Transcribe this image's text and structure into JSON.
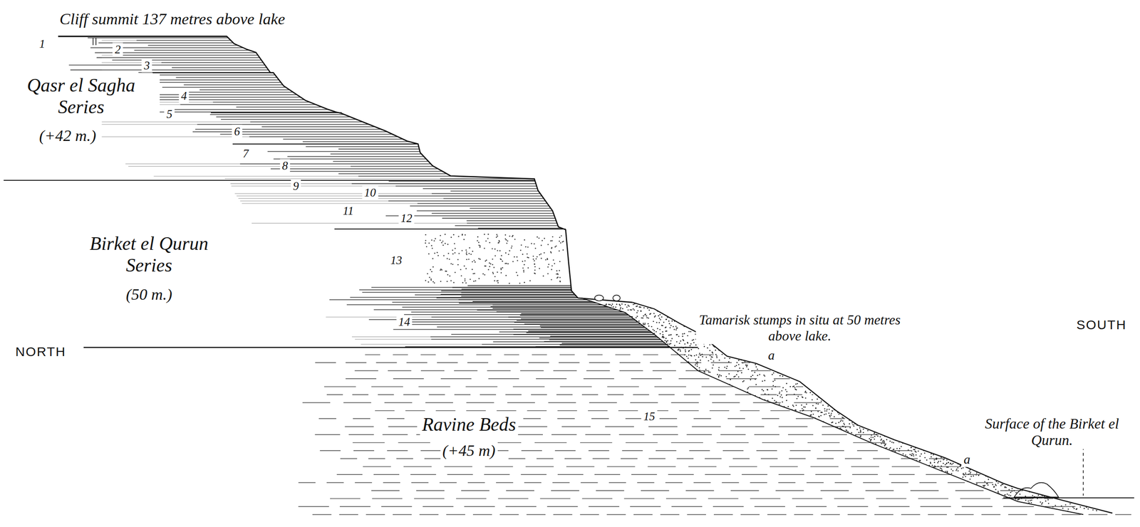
{
  "diagram": {
    "labels": [
      "Cliff summit 137 metres above lake",
      "1",
      "2",
      "3",
      "Qasr el Sagha Series",
      "4",
      "5",
      "(+42 m.)",
      "6",
      "7",
      "8",
      "9",
      "10",
      "11",
      "12",
      "Birket el Qurun Series",
      "13",
      "(50 m.)",
      "14",
      "NORTH",
      "Tamarisk stumps in situ at 50 metres above lake.",
      "a",
      "SOUTH",
      "15",
      "Ravine Beds",
      "(+45 m)",
      "a",
      "Surface of the Birket el Qurun."
    ]
  }
}
